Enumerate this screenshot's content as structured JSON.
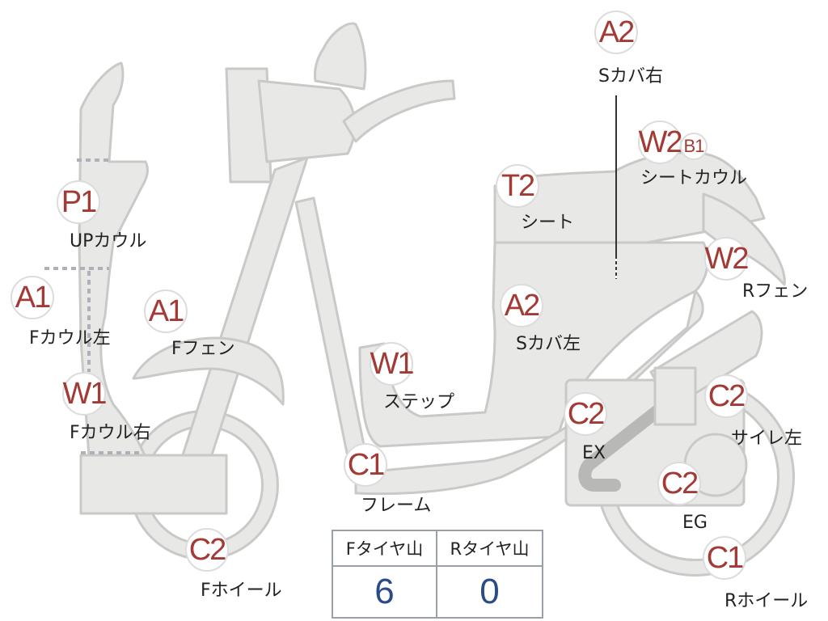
{
  "parts": [
    {
      "id": "a2-top",
      "code": "A2",
      "name": "Sカバ右"
    },
    {
      "id": "w2-seatcowl",
      "code": "W2",
      "code2": "B1",
      "name": "シートカウル"
    },
    {
      "id": "t2-seat",
      "code": "T2",
      "name": "シート"
    },
    {
      "id": "w2-rfen",
      "code": "W2",
      "name": "Rフェン"
    },
    {
      "id": "p1-upcowl",
      "code": "P1",
      "name": "UPカウル"
    },
    {
      "id": "a1-fcowl-left",
      "code": "A1",
      "name": "Fカウル左"
    },
    {
      "id": "a1-ffen",
      "code": "A1",
      "name": "Fフェン"
    },
    {
      "id": "a2-scover-left",
      "code": "A2",
      "name": "Sカバ左"
    },
    {
      "id": "w1-fcowl-right",
      "code": "W1",
      "name": "Fカウル右"
    },
    {
      "id": "w1-step",
      "code": "W1",
      "name": "ステップ"
    },
    {
      "id": "c2-ex",
      "code": "C2",
      "name": "EX"
    },
    {
      "id": "c2-side-left",
      "code": "C2",
      "name": "サイレ左"
    },
    {
      "id": "c1-frame",
      "code": "C1",
      "name": "フレーム"
    },
    {
      "id": "c2-eg",
      "code": "C2",
      "name": "EG"
    },
    {
      "id": "c2-fwheel",
      "code": "C2",
      "name": "Fホイール"
    },
    {
      "id": "c1-rwheel",
      "code": "C1",
      "name": "Rホイール"
    }
  ],
  "tire_table": {
    "front_header": "Fタイヤ山",
    "rear_header": "Rタイヤ山",
    "front_value": "6",
    "rear_value": "0"
  },
  "colors": {
    "part_fill": "#e8e8e6",
    "badge_text": "#a23a36",
    "table_value": "#2b4a8c"
  }
}
